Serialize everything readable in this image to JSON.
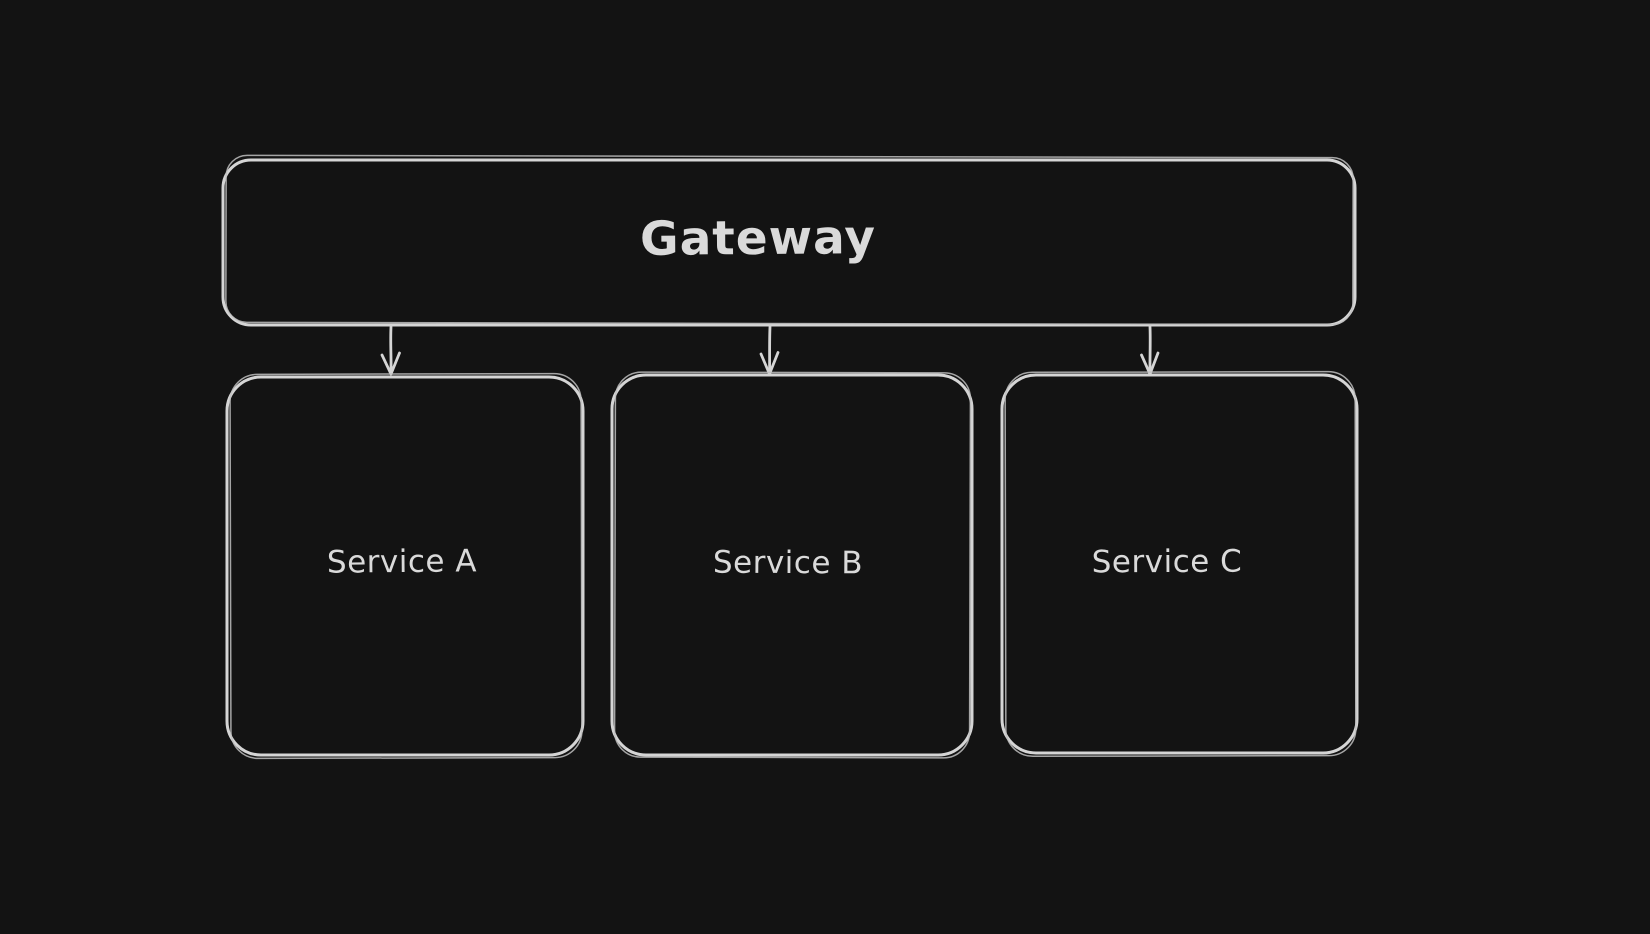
{
  "colors": {
    "background": "#131313",
    "stroke": "#d5d5d5",
    "sketch_stroke": "#bfbfbf",
    "text": "#dadada"
  },
  "nodes": {
    "gateway": {
      "label": "Gateway"
    },
    "services": [
      {
        "label": "Service A"
      },
      {
        "label": "Service B"
      },
      {
        "label": "Service C"
      }
    ]
  },
  "edges": [
    {
      "from": "Gateway",
      "to": "Service A"
    },
    {
      "from": "Gateway",
      "to": "Service B"
    },
    {
      "from": "Gateway",
      "to": "Service C"
    }
  ]
}
